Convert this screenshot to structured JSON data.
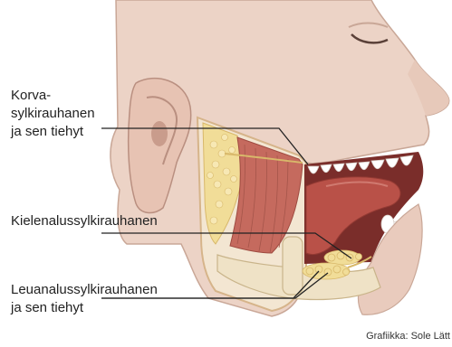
{
  "labels": {
    "parotid": {
      "line1": "Korva-",
      "line2": "sylkirauhanen",
      "line3": "ja sen tiehyt"
    },
    "sublingual": {
      "line1": "Kielenalussylkirauhanen"
    },
    "submandibular": {
      "line1": "Leuanalussylkirauhanen",
      "line2": "ja sen tiehyt"
    }
  },
  "credit": "Grafiikka: Sole Lätt",
  "colors": {
    "skin": "#ecd3c6",
    "skin_edge": "#c9a797",
    "muscle": "#c56a5e",
    "gland": "#f1dd98",
    "tongue": "#b95148",
    "teeth": "#ffffff",
    "lines": "#222222"
  }
}
